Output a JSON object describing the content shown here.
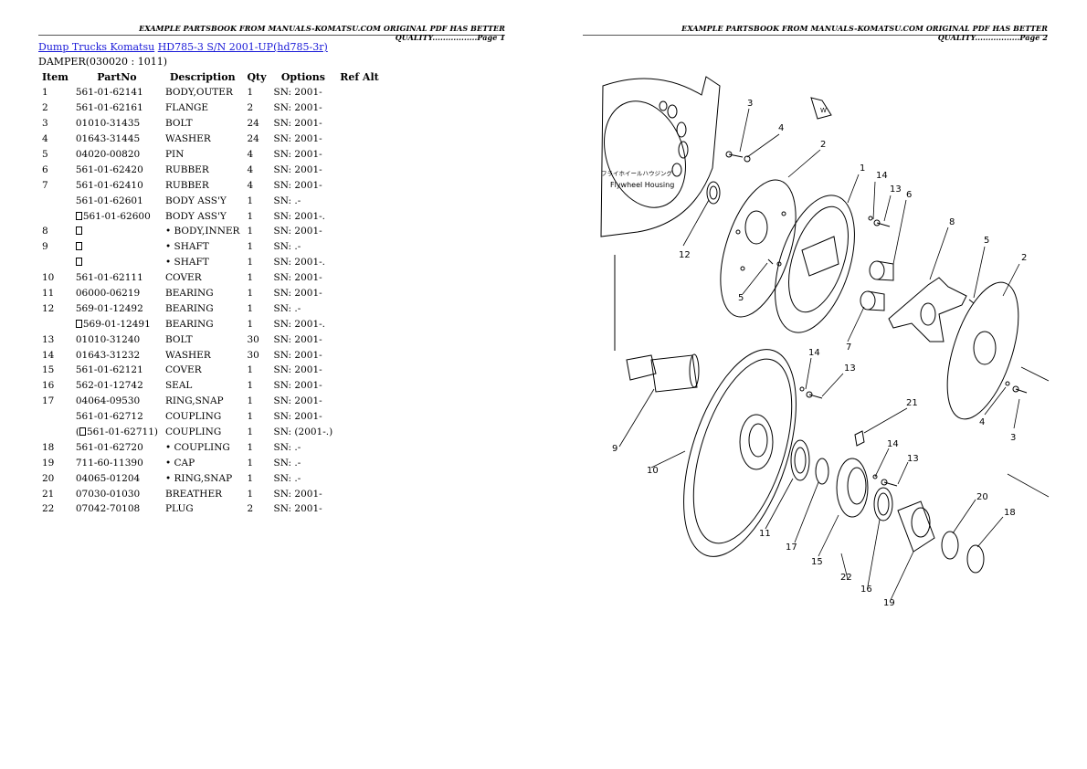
{
  "header": {
    "left": "EXAMPLE PARTSBOOK FROM MANUALS-KOMATSU.COM ORIGINAL PDF HAS BETTER QUALITY.................Page 1",
    "right": "EXAMPLE PARTSBOOK FROM MANUALS-KOMATSU.COM ORIGINAL PDF HAS BETTER QUALITY.................Page 2"
  },
  "breadcrumb": {
    "link1": "Dump Trucks Komatsu",
    "link2": "HD785-3 S/N 2001-UP(hd785-3r)"
  },
  "section_title": "DAMPER(030020 : 1011)",
  "table": {
    "headers": [
      "Item",
      "PartNo",
      "Description",
      "Qty",
      "Options",
      "Ref Alt"
    ],
    "rows": [
      {
        "item": "1",
        "part": "561-01-62141",
        "desc": "BODY,OUTER",
        "qty": "1",
        "opt": "SN: 2001-"
      },
      {
        "item": "2",
        "part": "561-01-62161",
        "desc": "FLANGE",
        "qty": "2",
        "opt": "SN: 2001-"
      },
      {
        "item": "3",
        "part": "01010-31435",
        "desc": "BOLT",
        "qty": "24",
        "opt": "SN: 2001-"
      },
      {
        "item": "4",
        "part": "01643-31445",
        "desc": "WASHER",
        "qty": "24",
        "opt": "SN: 2001-"
      },
      {
        "item": "5",
        "part": "04020-00820",
        "desc": "PIN",
        "qty": "4",
        "opt": "SN: 2001-"
      },
      {
        "item": "6",
        "part": "561-01-62420",
        "desc": "RUBBER",
        "qty": "4",
        "opt": "SN: 2001-"
      },
      {
        "item": "7",
        "part": "561-01-62410",
        "desc": "RUBBER",
        "qty": "4",
        "opt": "SN: 2001-"
      },
      {
        "item": "",
        "part": "561-01-62601",
        "desc": "BODY ASS'Y",
        "qty": "1",
        "opt": "SN: .-"
      },
      {
        "item": "",
        "part": "561-01-62600",
        "part_glyph": true,
        "desc": "BODY ASS'Y",
        "qty": "1",
        "opt": "SN: 2001-."
      },
      {
        "item": "8",
        "part": "",
        "part_glyph": true,
        "desc": "• BODY,INNER",
        "qty": "1",
        "opt": "SN: 2001-"
      },
      {
        "item": "9",
        "part": "",
        "part_glyph": true,
        "desc": "• SHAFT",
        "qty": "1",
        "opt": "SN: .-"
      },
      {
        "item": "",
        "part": "",
        "part_glyph": true,
        "desc": "• SHAFT",
        "qty": "1",
        "opt": "SN: 2001-."
      },
      {
        "item": "10",
        "part": "561-01-62111",
        "desc": "COVER",
        "qty": "1",
        "opt": "SN: 2001-"
      },
      {
        "item": "11",
        "part": "06000-06219",
        "desc": "BEARING",
        "qty": "1",
        "opt": "SN: 2001-"
      },
      {
        "item": "12",
        "part": "569-01-12492",
        "desc": "BEARING",
        "qty": "1",
        "opt": "SN: .-"
      },
      {
        "item": "",
        "part": "569-01-12491",
        "part_glyph": true,
        "desc": "BEARING",
        "qty": "1",
        "opt": "SN: 2001-."
      },
      {
        "item": "13",
        "part": "01010-31240",
        "desc": "BOLT",
        "qty": "30",
        "opt": "SN: 2001-"
      },
      {
        "item": "14",
        "part": "01643-31232",
        "desc": "WASHER",
        "qty": "30",
        "opt": "SN: 2001-"
      },
      {
        "item": "15",
        "part": "561-01-62121",
        "desc": "COVER",
        "qty": "1",
        "opt": "SN: 2001-"
      },
      {
        "item": "16",
        "part": "562-01-12742",
        "desc": "SEAL",
        "qty": "1",
        "opt": "SN: 2001-"
      },
      {
        "item": "17",
        "part": "04064-09530",
        "desc": "RING,SNAP",
        "qty": "1",
        "opt": "SN: 2001-"
      },
      {
        "item": "",
        "part": "561-01-62712",
        "desc": "COUPLING",
        "qty": "1",
        "opt": "SN: 2001-"
      },
      {
        "item": "",
        "part": "561-01-62711)",
        "part_prefix": "(",
        "part_glyph": true,
        "desc": "COUPLING",
        "qty": "1",
        "opt": "SN: (2001-.)"
      },
      {
        "item": "18",
        "part": "561-01-62720",
        "desc": "• COUPLING",
        "qty": "1",
        "opt": "SN: .-"
      },
      {
        "item": "19",
        "part": "711-60-11390",
        "desc": "• CAP",
        "qty": "1",
        "opt": "SN: .-"
      },
      {
        "item": "20",
        "part": "04065-01204",
        "desc": "• RING,SNAP",
        "qty": "1",
        "opt": "SN: .-"
      },
      {
        "item": "21",
        "part": "07030-01030",
        "desc": "BREATHER",
        "qty": "1",
        "opt": "SN: 2001-"
      },
      {
        "item": "22",
        "part": "07042-70108",
        "desc": "PLUG",
        "qty": "2",
        "opt": "SN: 2001-"
      }
    ]
  },
  "diagram": {
    "housing_jp": "フライホイールハウジング",
    "housing_en": "Flywheel Housing",
    "direction_mark": "W",
    "callouts": [
      "3",
      "4",
      "2",
      "1",
      "14",
      "13",
      "6",
      "8",
      "5",
      "2",
      "12",
      "5",
      "7",
      "14",
      "13",
      "9",
      "21",
      "4",
      "3",
      "10",
      "14",
      "13",
      "11",
      "17",
      "15",
      "22",
      "16",
      "19",
      "20",
      "18"
    ]
  }
}
